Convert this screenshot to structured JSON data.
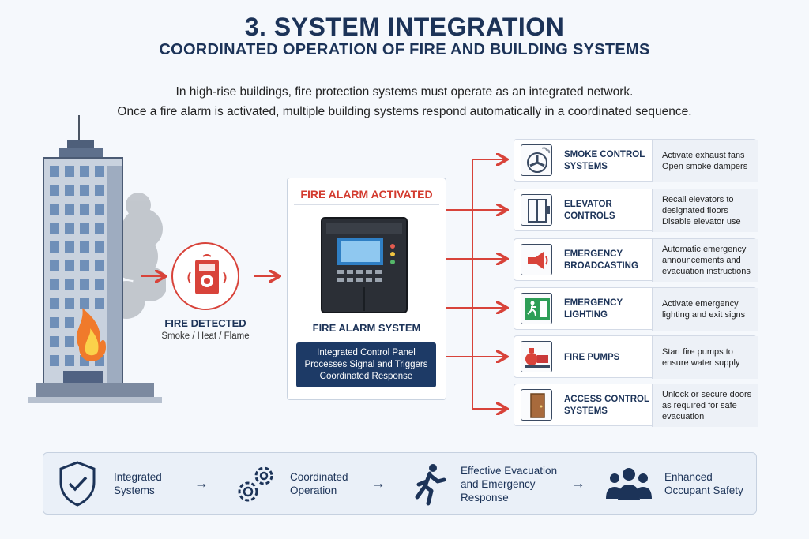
{
  "header": {
    "title": "3. SYSTEM INTEGRATION",
    "subtitle": "COORDINATED OPERATION OF FIRE AND BUILDING SYSTEMS",
    "intro_line1": "In high-rise buildings, fire protection systems must operate as an integrated network.",
    "intro_line2": "Once a fire alarm is activated, multiple building systems respond automatically in a coordinated sequence."
  },
  "detection": {
    "label": "FIRE DETECTED",
    "sub": "Smoke / Heat / Flame"
  },
  "alarm": {
    "title": "FIRE ALARM ACTIVATED",
    "system_label": "FIRE ALARM SYSTEM",
    "panel_lines": [
      "Integrated Control Panel",
      "Processes Signal and Triggers",
      "Coordinated Response"
    ]
  },
  "systems": [
    {
      "icon": "exhaust-fan-icon",
      "name_lines": [
        "SMOKE CONTROL",
        "SYSTEMS"
      ],
      "desc_lines": [
        "Activate exhaust fans",
        "Open smoke dampers"
      ]
    },
    {
      "icon": "elevator-icon",
      "name_lines": [
        "ELEVATOR",
        "CONTROLS"
      ],
      "desc_lines": [
        "Recall elevators to",
        "designated floors",
        "Disable elevator use"
      ]
    },
    {
      "icon": "megaphone-icon",
      "name_lines": [
        "EMERGENCY",
        "BROADCASTING"
      ],
      "desc_lines": [
        "Automatic emergency",
        "announcements and",
        "evacuation instructions"
      ]
    },
    {
      "icon": "exit-sign-icon",
      "name_lines": [
        "EMERGENCY",
        "LIGHTING"
      ],
      "desc_lines": [
        "Activate emergency",
        "lighting and exit signs"
      ]
    },
    {
      "icon": "fire-pump-icon",
      "name_lines": [
        "FIRE PUMPS"
      ],
      "desc_lines": [
        "Start fire pumps to",
        "ensure water supply"
      ]
    },
    {
      "icon": "door-icon",
      "name_lines": [
        "ACCESS CONTROL",
        "SYSTEMS"
      ],
      "desc_lines": [
        "Unlock or secure doors",
        "as required for safe",
        "evacuation"
      ]
    }
  ],
  "outcomes": [
    {
      "icon": "shield-check-icon",
      "lines": [
        "Integrated",
        "Systems"
      ]
    },
    {
      "icon": "gears-icon",
      "lines": [
        "Coordinated",
        "Operation"
      ]
    },
    {
      "icon": "running-person-icon",
      "lines": [
        "Effective Evacuation",
        "and Emergency",
        "Response"
      ]
    },
    {
      "icon": "people-group-icon",
      "lines": [
        "Enhanced",
        "Occupant Safety"
      ]
    }
  ],
  "arrow_glyph": "→",
  "colors": {
    "accent_red": "#d8433a",
    "navy": "#1c3358",
    "panel_box": "#1d3a66"
  }
}
